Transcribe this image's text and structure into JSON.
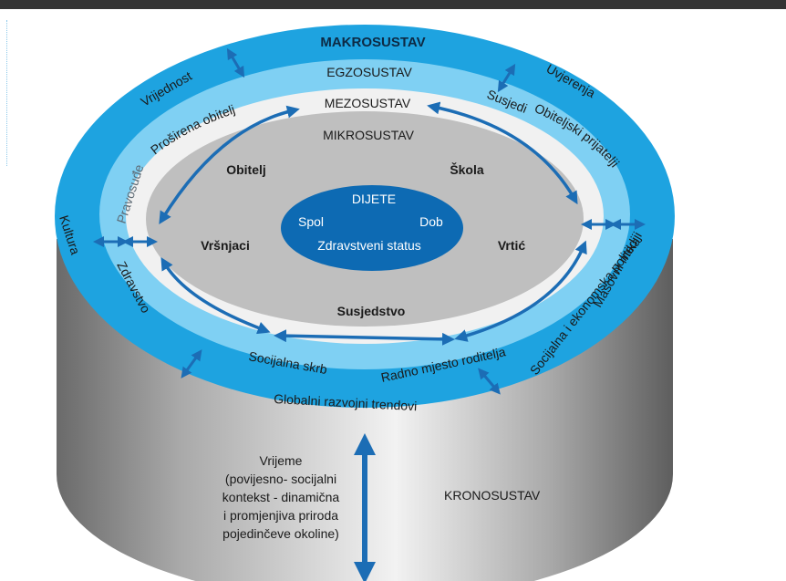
{
  "systems": {
    "makro": "MAKROSUSTAV",
    "egzo": "EGZOSUSTAV",
    "mezo": "MEZOSUSTAV",
    "mikro": "MIKROSUSTAV",
    "krono": "KRONOSUSTAV"
  },
  "center": {
    "title": "DIJETE",
    "left": "Spol",
    "right": "Dob",
    "bottom": "Zdravstveni status"
  },
  "mikro_items": {
    "obitelj": "Obitelj",
    "skola": "Škola",
    "vrsnjaci": "Vršnjaci",
    "vrtic": "Vrtić",
    "susjedstvo": "Susjedstvo"
  },
  "egzo_items": {
    "prosirena": "Proširena obitelj",
    "susjedi": "Susjedi",
    "obiteljski": "Obiteljski prijatelji",
    "pravosude": "Pravosuđe",
    "zdravstvo": "Zdravstvo",
    "mediji": "Masovni mediji",
    "skrb": "Socijalna skrb",
    "radno": "Radno mjesto roditelja"
  },
  "makro_items": {
    "vrijednost": "Vrijednost",
    "uvjerenja": "Uvjerenja",
    "kultura": "Kultura",
    "politika": "Socijalna i ekonomska politika",
    "trendovi": "Globalni razvojni trendovi"
  },
  "krono_text": [
    "Vrijeme",
    "(povijesno- socijalni",
    "kontekst - dinamična",
    "i promjenjiva priroda",
    "pojedinčeve okoline)"
  ],
  "colors": {
    "makro_blue": "#1ea3e0",
    "egzo_blue": "#7fd0f3",
    "mezo_white": "#f1f1f1",
    "mikro_grey": "#bfbfbf",
    "center_blue": "#0d6ab3",
    "arrow_blue": "#1c6db5"
  }
}
